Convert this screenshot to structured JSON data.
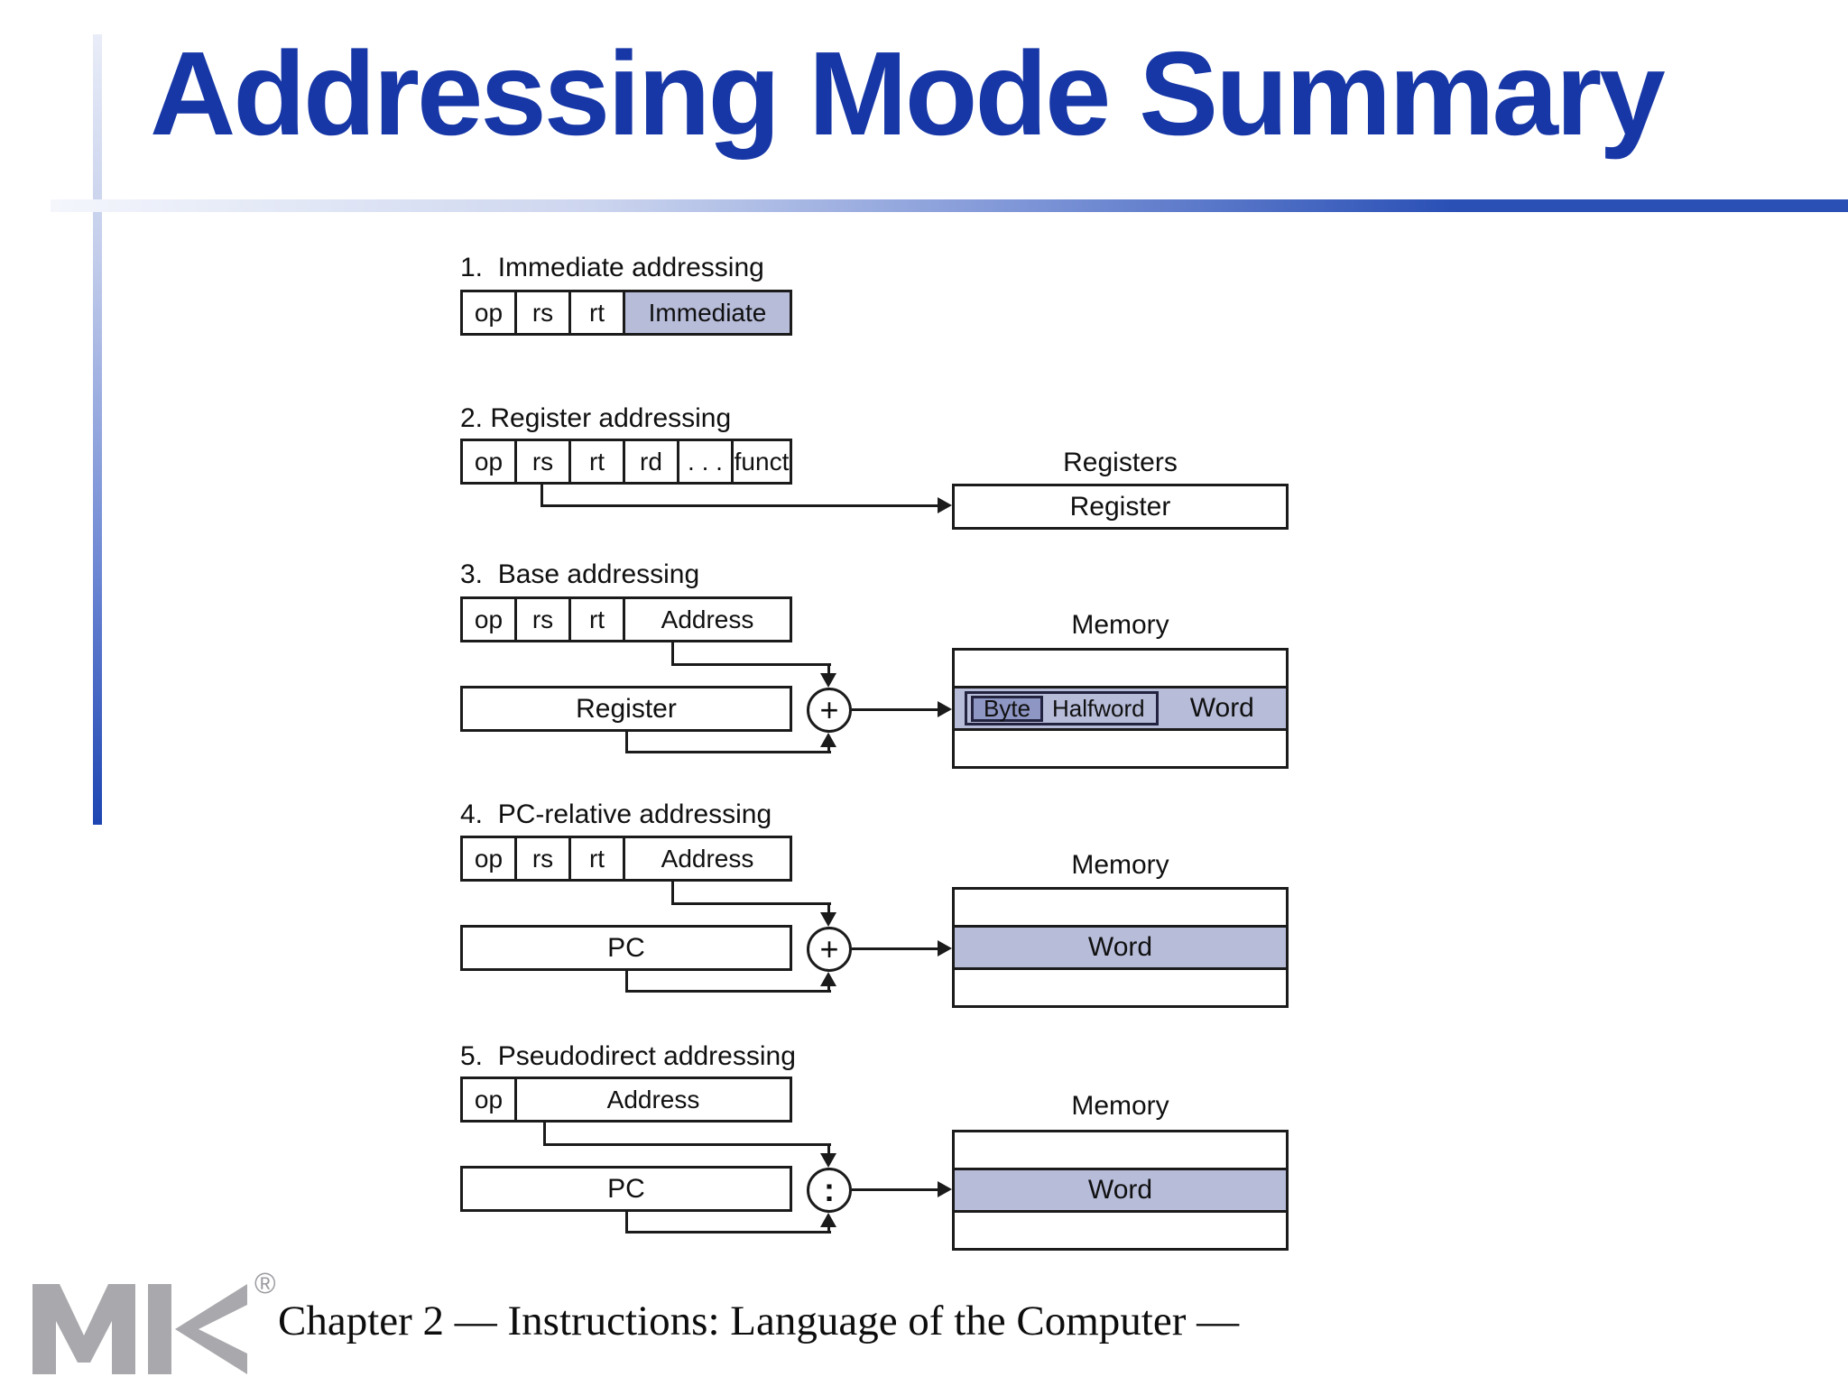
{
  "title": "Addressing Mode Summary",
  "diagrams": {
    "immediate": {
      "label": "1.  Immediate addressing",
      "fields": [
        "op",
        "rs",
        "rt",
        "Immediate"
      ]
    },
    "register": {
      "label": "2. Register addressing",
      "fields": [
        "op",
        "rs",
        "rt",
        "rd",
        ". . .",
        "funct"
      ],
      "bank_title": "Registers",
      "target": "Register"
    },
    "base": {
      "label": "3.  Base addressing",
      "fields": [
        "op",
        "rs",
        "rt",
        "Address"
      ],
      "source": "Register",
      "operator": "+",
      "memory_title": "Memory",
      "byte": "Byte",
      "halfword": "Halfword",
      "word": "Word"
    },
    "pc_relative": {
      "label": "4.  PC-relative addressing",
      "fields": [
        "op",
        "rs",
        "rt",
        "Address"
      ],
      "source": "PC",
      "operator": "+",
      "memory_title": "Memory",
      "word": "Word"
    },
    "pseudodirect": {
      "label": "5.  Pseudodirect addressing",
      "fields": [
        "op",
        "Address"
      ],
      "source": "PC",
      "operator": ":",
      "memory_title": "Memory",
      "word": "Word"
    }
  },
  "footer": {
    "text": "Chapter 2 — Instructions: Language of the Computer —",
    "registered_mark": "®"
  },
  "colors": {
    "accent_blue": "#1737a6",
    "shade": "#b7bcd9",
    "shade_dark": "#8e96c4"
  }
}
